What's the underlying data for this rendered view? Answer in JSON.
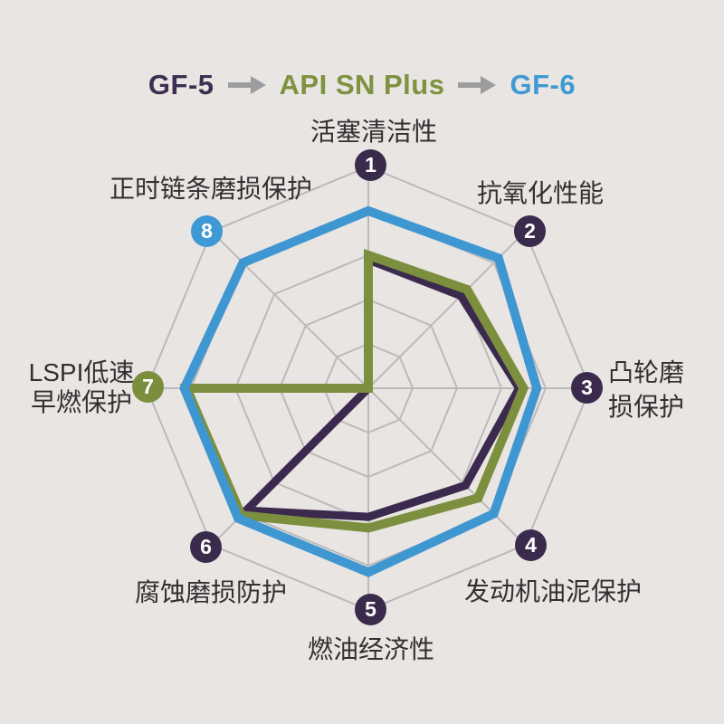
{
  "legend": {
    "items": [
      {
        "label": "GF-5",
        "color": "#3e2e50"
      },
      {
        "label": "API SN Plus",
        "color": "#7f923f"
      },
      {
        "label": "GF-6",
        "color": "#3f9ad3"
      }
    ],
    "arrow_icon": "right-arrow",
    "arrow_color": "#9c9d9e"
  },
  "axes": [
    {
      "num": "1",
      "line1": "活塞清洁性",
      "badge_color": "#3a2b4c"
    },
    {
      "num": "2",
      "line1": "抗氧化性能",
      "badge_color": "#3a2b4c"
    },
    {
      "num": "3",
      "line1": "凸轮磨",
      "line2": "损保护",
      "badge_color": "#3a2b4c"
    },
    {
      "num": "4",
      "line1": "发动机油泥保护",
      "badge_color": "#3a2b4c"
    },
    {
      "num": "5",
      "line1": "燃油经济性",
      "badge_color": "#3a2b4c"
    },
    {
      "num": "6",
      "line1": "腐蚀磨损防护",
      "badge_color": "#3a2b4c"
    },
    {
      "num": "7",
      "line1": "LSPI低速",
      "line2": "早燃保护",
      "badge_color": "#7b8e3e"
    },
    {
      "num": "8",
      "line1": "正时链条磨损保护",
      "badge_color": "#3f99d4"
    }
  ],
  "chart_data": {
    "type": "radar",
    "title": "GF-5 → API SN Plus → GF-6",
    "categories": [
      "活塞清洁性",
      "抗氧化性能",
      "凸轮磨损保护",
      "发动机油泥保护",
      "燃油经济性",
      "腐蚀磨损防护",
      "LSPI低速早燃保护",
      "正时链条磨损保护"
    ],
    "scale_max": 10,
    "ring_levels": [
      2,
      4,
      6,
      8,
      10
    ],
    "grid": true,
    "gridline_color": "#bcb9ba",
    "background_color": "#e9e5e3",
    "legend_position": "top",
    "series": [
      {
        "name": "GF-5",
        "color": "#3b2a4d",
        "stroke_width": 9,
        "values": [
          5.8,
          5.9,
          6.8,
          6.2,
          5.8,
          7.8,
          0,
          0
        ]
      },
      {
        "name": "API SN Plus",
        "color": "#7c8f3e",
        "stroke_width": 10,
        "values": [
          6.0,
          6.3,
          7.0,
          7.0,
          6.3,
          8.1,
          8.2,
          0
        ]
      },
      {
        "name": "GF-6",
        "color": "#3f97d2",
        "stroke_width": 10,
        "values": [
          8.0,
          8.3,
          7.6,
          8.0,
          8.3,
          8.3,
          8.3,
          8.0
        ]
      }
    ]
  }
}
